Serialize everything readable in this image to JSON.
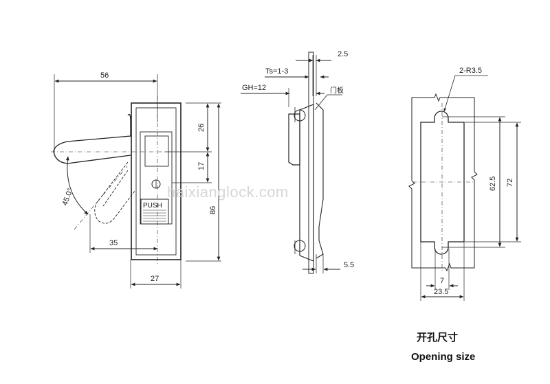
{
  "front_view": {
    "dim_width": "56",
    "dim_top": "26",
    "dim_mid": "17",
    "dim_height": "86",
    "dim_angle": "45.0°",
    "dim_pivot": "35",
    "dim_body_width": "27",
    "button_label": "PUSH"
  },
  "side_view": {
    "dim_plate": "2.5",
    "dim_ts": "Ts=1-3",
    "dim_gh": "GH=12",
    "door_panel_label": "门板",
    "dim_flange": "5.5"
  },
  "cutout_view": {
    "dim_radius": "2-R3.5",
    "dim_slot": "62.5",
    "dim_total": "72",
    "dim_slot_width": "7",
    "dim_cut_width": "23.5"
  },
  "caption": {
    "title_zh": "开孔尺寸",
    "title_en": "Opening size"
  },
  "watermark": "haixianglock.com"
}
